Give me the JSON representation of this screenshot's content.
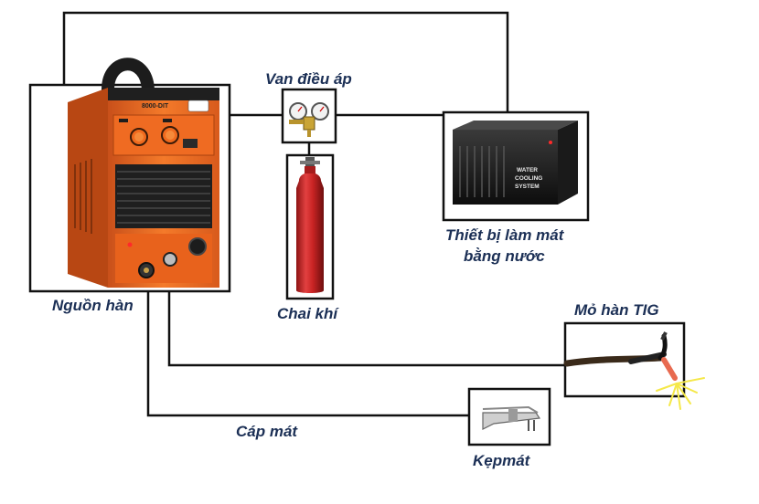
{
  "labels": {
    "power_source": "Nguồn hàn",
    "regulator": "Van điều áp",
    "gas_cylinder": "Chai khí",
    "cooler_line1": "Thiết bị làm mát",
    "cooler_line2": "bằng nước",
    "torch": "Mỏ hàn TIG",
    "ground_cable": "Cáp mát",
    "clamp": "Kẹpmát"
  },
  "device_text": {
    "welder_model": "8000-DIT",
    "cooler_line1": "WATER",
    "cooler_line2": "COOLING",
    "cooler_line3": "SYSTEM"
  },
  "colors": {
    "welder_body": "#f06a1e",
    "cylinder": "#d42a2a",
    "label_text": "#1b2f55",
    "spark": "#f5e84a"
  }
}
